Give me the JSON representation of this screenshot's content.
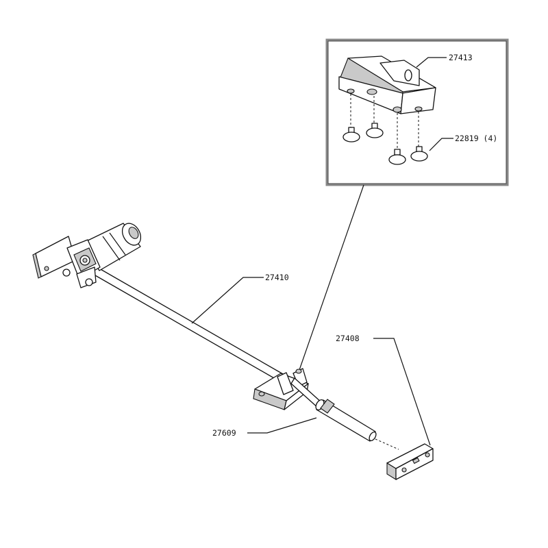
{
  "diagram": {
    "callouts": [
      {
        "id": "bracket",
        "label": "27413"
      },
      {
        "id": "screws",
        "label": "22819 (4)"
      },
      {
        "id": "shaft",
        "label": "27410"
      },
      {
        "id": "end-plate",
        "label": "27408"
      },
      {
        "id": "coupler",
        "label": "27609"
      }
    ]
  }
}
